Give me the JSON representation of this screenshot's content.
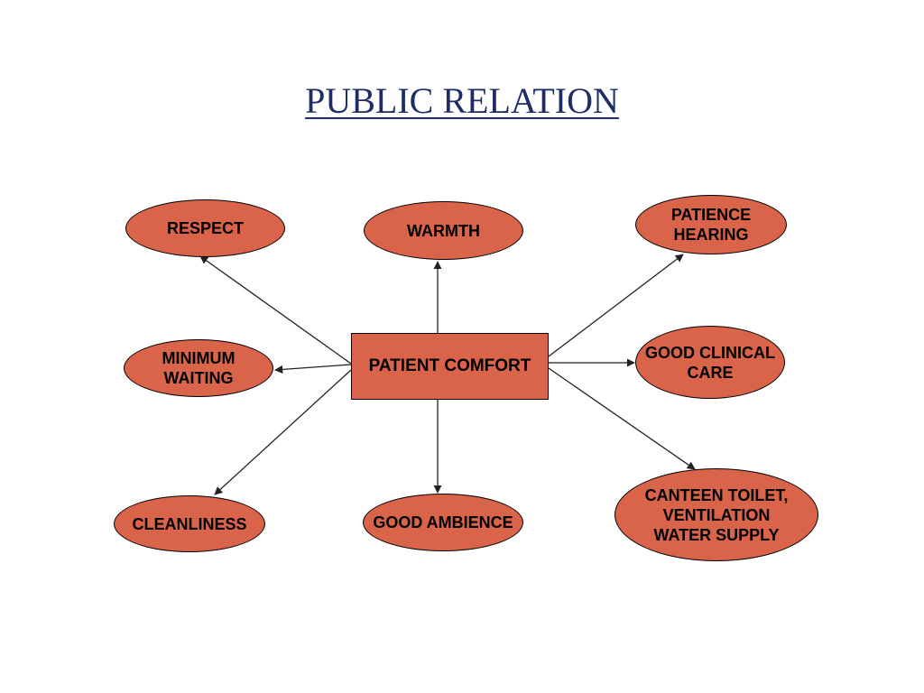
{
  "title": "PUBLIC RELATION",
  "colors": {
    "node_fill": "#d9644a",
    "node_border": "#000000",
    "title_text": "#1f2d66",
    "connector": "#222222"
  },
  "center": {
    "id": "center",
    "label": "PATIENT COMFORT"
  },
  "nodes": [
    {
      "id": "respect",
      "label": "RESPECT"
    },
    {
      "id": "warmth",
      "label": "WARMTH"
    },
    {
      "id": "patience",
      "label": "PATIENCE\nHEARING"
    },
    {
      "id": "waiting",
      "label": "MINIMUM\nWAITING"
    },
    {
      "id": "clinical",
      "label": "GOOD CLINICAL\nCARE"
    },
    {
      "id": "cleanliness",
      "label": "CLEANLINESS"
    },
    {
      "id": "ambience",
      "label": "GOOD AMBIENCE"
    },
    {
      "id": "canteen",
      "label": "CANTEEN TOILET,\nVENTILATION\nWATER SUPPLY"
    }
  ],
  "edges": [
    {
      "from": "center",
      "to": "respect"
    },
    {
      "from": "center",
      "to": "warmth"
    },
    {
      "from": "center",
      "to": "patience"
    },
    {
      "from": "center",
      "to": "waiting"
    },
    {
      "from": "center",
      "to": "clinical"
    },
    {
      "from": "center",
      "to": "cleanliness"
    },
    {
      "from": "center",
      "to": "ambience"
    },
    {
      "from": "center",
      "to": "canteen"
    }
  ]
}
